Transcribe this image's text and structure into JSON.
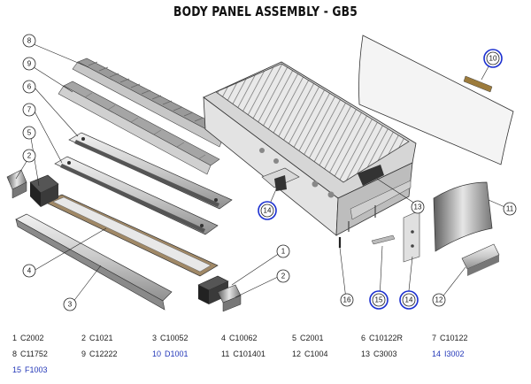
{
  "title": "BODY PANEL ASSEMBLY - GB5",
  "callouts": {
    "c1": "1",
    "c2a": "2",
    "c2b": "2",
    "c3": "3",
    "c4": "4",
    "c5": "5",
    "c6": "6",
    "c7": "7",
    "c8": "8",
    "c9": "9",
    "c10": "10",
    "c11": "11",
    "c12": "12",
    "c13": "13",
    "c14a": "14",
    "c14b": "14",
    "c15": "15",
    "c16": "16"
  },
  "parts": [
    {
      "num": "1",
      "code": "C2002",
      "highlight": false
    },
    {
      "num": "2",
      "code": "C1021",
      "highlight": false
    },
    {
      "num": "3",
      "code": "C10052",
      "highlight": false
    },
    {
      "num": "4",
      "code": "C10062",
      "highlight": false
    },
    {
      "num": "5",
      "code": "C2001",
      "highlight": false
    },
    {
      "num": "6",
      "code": "C10122R",
      "highlight": false
    },
    {
      "num": "7",
      "code": "C10122",
      "highlight": false
    },
    {
      "num": "8",
      "code": "C11752",
      "highlight": false
    },
    {
      "num": "9",
      "code": "C12222",
      "highlight": false
    },
    {
      "num": "10",
      "code": "D1001",
      "highlight": true
    },
    {
      "num": "11",
      "code": "C101401",
      "highlight": false
    },
    {
      "num": "12",
      "code": "C1004",
      "highlight": false
    },
    {
      "num": "13",
      "code": "C3003",
      "highlight": false
    },
    {
      "num": "14",
      "code": "I3002",
      "highlight": true
    },
    {
      "num": "15",
      "code": "F1003",
      "highlight": true
    }
  ],
  "colors": {
    "highlight": "#2337b8",
    "callout_highlight_ring": "#1b2fd0",
    "line": "#222222"
  }
}
